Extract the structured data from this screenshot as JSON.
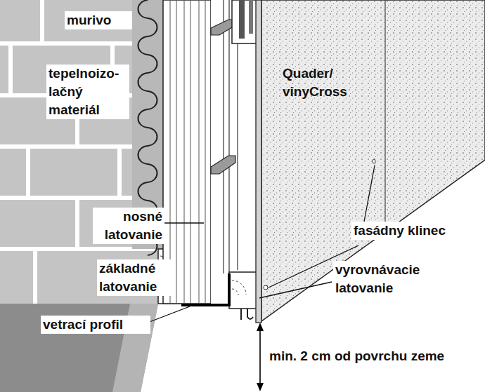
{
  "diagram": {
    "labels": [
      "murivo",
      "tepelnoizo- lačný materiál",
      "nosné latovanie",
      "základné latovanie",
      "vetrací profil",
      "Quader/ vinyCross",
      "fasádny klinec",
      "vyrovnávacie latovanie",
      "min. 2 cm od povrchu zeme"
    ]
  }
}
